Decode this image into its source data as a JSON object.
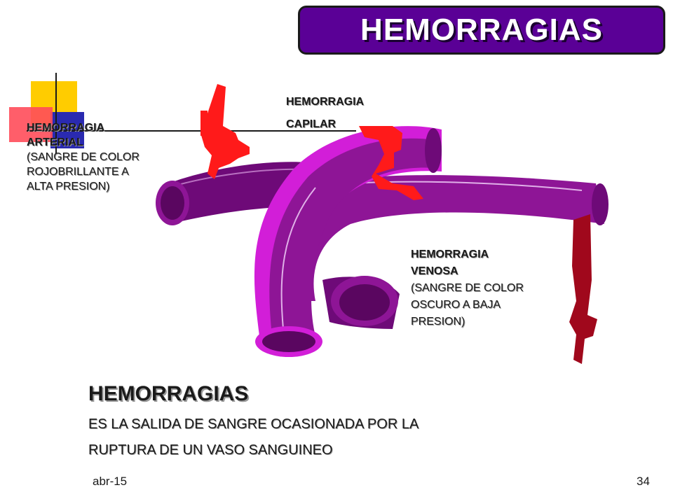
{
  "slide": {
    "title": "HEMORRAGIAS",
    "labels": {
      "capilar": {
        "line1": "HEMORRAGIA",
        "line2": "CAPILAR"
      },
      "arterial": {
        "line1": "HEMORRAGIA",
        "line2": "ARTERIAL",
        "line3": "(SANGRE DE COLOR",
        "line4": "ROJOBRILLANTE A",
        "line5": "ALTA PRESION)"
      },
      "venosa": {
        "line1": "HEMORRAGIA",
        "line2": "VENOSA",
        "line3": "(SANGRE DE COLOR",
        "line4": "OSCURO A BAJA",
        "line5": "PRESION)"
      }
    },
    "definition": {
      "heading": "HEMORRAGIAS",
      "line1": "ES LA SALIDA DE SANGRE OCASIONADA POR LA",
      "line2": "RUPTURA DE UN VASO SANGUINEO"
    },
    "footer": {
      "date": "abr-15",
      "page": "34"
    }
  },
  "colors": {
    "title_bg": "#5a0096",
    "vessel_dark": "#6e0a78",
    "vessel_mid": "#8e1596",
    "vessel_light": "#d21ed8",
    "arterial_blood": "#ff1a1a",
    "venous_blood": "#a0081c"
  }
}
